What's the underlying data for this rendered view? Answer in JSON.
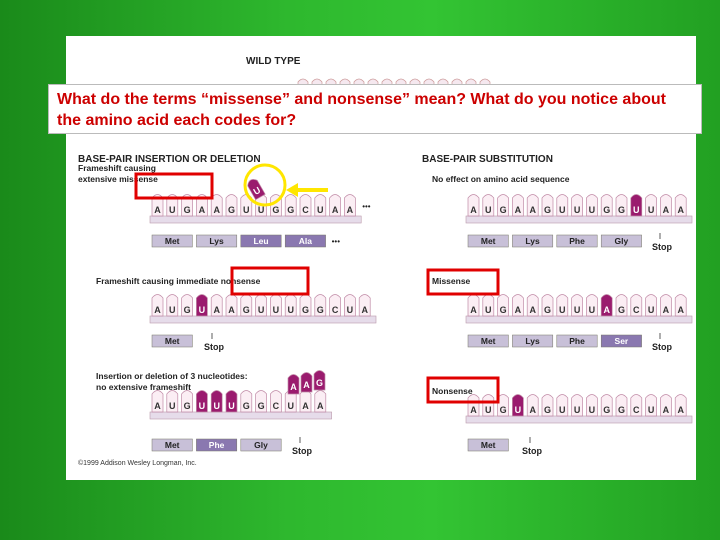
{
  "question": "What do the terms “missense” and nonsense” mean?  What do you notice about the amino acid each codes for?",
  "figure": {
    "wild_type_title": "WILD TYPE",
    "left_title": "BASE-PAIR INSERTION OR DELETION",
    "right_title": "BASE-PAIR SUBSTITUTION",
    "copyright": "©1999 Addison Wesley Longman, Inc.",
    "panels": [
      {
        "id": "frameshift-missense",
        "caption": [
          "Frameshift causing",
          "extensive missense"
        ],
        "bases": [
          "A",
          "U",
          "G",
          "A",
          "A",
          "G",
          "U",
          "U",
          "G",
          "G",
          "C",
          "U",
          "A",
          "A"
        ],
        "highlight": [],
        "trailing_dots": true,
        "amino_acids": [
          {
            "label": "Met",
            "shade": "light"
          },
          {
            "label": "Lys",
            "shade": "light"
          },
          {
            "label": "Leu",
            "shade": "dark"
          },
          {
            "label": "Ala",
            "shade": "dark"
          }
        ],
        "amino_trailing_dots": true,
        "stop_label": "",
        "inserted_bases": [
          "U"
        ],
        "red_box_caption": true
      },
      {
        "id": "frameshift-nonsense",
        "caption": [
          "Frameshift causing immediate nonsense"
        ],
        "bases": [
          "A",
          "U",
          "G",
          "U",
          "A",
          "A",
          "G",
          "U",
          "U",
          "U",
          "G",
          "G",
          "C",
          "U",
          "A"
        ],
        "highlight": [
          3
        ],
        "trailing_dots": false,
        "amino_acids": [
          {
            "label": "Met",
            "shade": "light"
          }
        ],
        "amino_trailing_dots": false,
        "stop_label": "Stop",
        "red_box_caption": true
      },
      {
        "id": "three-nucleotides",
        "caption": [
          "Insertion or deletion of 3 nucleotides:",
          "no extensive frameshift"
        ],
        "bases": [
          "A",
          "U",
          "G",
          "U",
          "U",
          "U",
          "G",
          "G",
          "C",
          "U",
          "A",
          "A"
        ],
        "highlight": [
          3,
          4,
          5
        ],
        "trailing_dots": false,
        "amino_acids": [
          {
            "label": "Met",
            "shade": "light"
          },
          {
            "label": "Phe",
            "shade": "dark"
          },
          {
            "label": "Gly",
            "shade": "light"
          }
        ],
        "amino_trailing_dots": false,
        "stop_label": "Stop",
        "inserted_bases": [
          "A",
          "A",
          "G"
        ],
        "red_box_caption": false
      },
      {
        "id": "no-effect",
        "caption": [
          "No effect on amino acid sequence"
        ],
        "bases": [
          "A",
          "U",
          "G",
          "A",
          "A",
          "G",
          "U",
          "U",
          "U",
          "G",
          "G",
          "U",
          "U",
          "A",
          "A"
        ],
        "highlight": [
          11
        ],
        "trailing_dots": false,
        "amino_acids": [
          {
            "label": "Met",
            "shade": "light"
          },
          {
            "label": "Lys",
            "shade": "light"
          },
          {
            "label": "Phe",
            "shade": "light"
          },
          {
            "label": "Gly",
            "shade": "light"
          }
        ],
        "amino_trailing_dots": false,
        "stop_label": "Stop",
        "red_box_caption": false
      },
      {
        "id": "missense",
        "caption": [
          "Missense"
        ],
        "bases": [
          "A",
          "U",
          "G",
          "A",
          "A",
          "G",
          "U",
          "U",
          "U",
          "A",
          "G",
          "C",
          "U",
          "A",
          "A"
        ],
        "highlight": [
          9
        ],
        "trailing_dots": false,
        "amino_acids": [
          {
            "label": "Met",
            "shade": "light"
          },
          {
            "label": "Lys",
            "shade": "light"
          },
          {
            "label": "Phe",
            "shade": "light"
          },
          {
            "label": "Ser",
            "shade": "dark"
          }
        ],
        "amino_trailing_dots": false,
        "stop_label": "Stop",
        "red_box_caption": true
      },
      {
        "id": "nonsense",
        "caption": [
          "Nonsense"
        ],
        "bases": [
          "A",
          "U",
          "G",
          "U",
          "A",
          "G",
          "U",
          "U",
          "U",
          "G",
          "G",
          "C",
          "U",
          "A",
          "A"
        ],
        "highlight": [
          3
        ],
        "trailing_dots": false,
        "amino_acids": [
          {
            "label": "Met",
            "shade": "light"
          }
        ],
        "amino_trailing_dots": false,
        "stop_label": "Stop",
        "red_box_caption": true
      }
    ]
  },
  "colors": {
    "highlight_red": "#e00000",
    "arrow_yellow": "#ffe600",
    "base_purple": "#9a1b6e",
    "base_pink": "#e8b8d0",
    "amino_light": "#c8c0d8",
    "amino_dark": "#8a78b0",
    "strand": "#e6dcea"
  }
}
